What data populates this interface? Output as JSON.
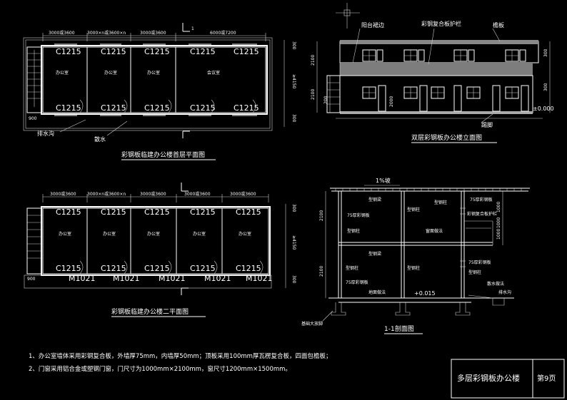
{
  "plan1": {
    "caption": "彩钢板临建办公楼首层平面图",
    "dims_top": [
      "3000或3600",
      "3000×n或3600×n",
      "3000或3600",
      "6000或7200"
    ],
    "windows_top": [
      "C1215",
      "C1215",
      "C1215",
      "C1215",
      "C1215"
    ],
    "windows_bottom": [
      "C1215",
      "C1215",
      "C1215",
      "C1215",
      "C1215"
    ],
    "rooms": [
      "办公室",
      "办公室",
      "办公室",
      "会议室"
    ],
    "dim_left": "900",
    "dims_right": [
      "300",
      "≥4150",
      "300"
    ],
    "label_drain": "排水沟",
    "label_apron": "散水"
  },
  "plan2": {
    "caption": "彩钢板临建办公楼二平面图",
    "dims_top": [
      "3000或3600",
      "3000×n或3600×n",
      "3000或3600",
      "3000或3600",
      "3000或3600"
    ],
    "windows_top": [
      "C1215",
      "C1215",
      "C1215",
      "C1215",
      "C1215"
    ],
    "windows_bottom": [
      "C1215",
      "C1215",
      "C1215",
      "C1215",
      "C1215"
    ],
    "doors": [
      "M1021",
      "M1021",
      "M1021",
      "M1021",
      "M1021"
    ],
    "rooms": [
      "办公室",
      "办公室",
      "办公室",
      "办公室",
      "办公室"
    ],
    "dim_left": "900",
    "dims_right": [
      "300",
      "≥4150",
      "300"
    ]
  },
  "elevation": {
    "caption": "双层彩钢板办公楼立面图",
    "labels": [
      "阳台裙边",
      "彩钢复合板护栏",
      "檐板",
      "踢脚"
    ],
    "level": "±0.000",
    "dims_left": [
      "2100",
      "2100"
    ],
    "dims_inner": [
      "200",
      "2000"
    ],
    "dims_right": [
      "300",
      "300"
    ]
  },
  "section": {
    "caption": "1-1剖面图",
    "roof_slope": "1%坡",
    "labels": [
      "型钢梁",
      "75厚彩钢板",
      "型钢柱",
      "型钢柱",
      "75厚彩钢板",
      "彩钢复合板护栏",
      "型钢柱",
      "窗面做法",
      "型钢梁",
      "型钢柱",
      "型钢柱",
      "75厚彩钢板",
      "75厚彩钢板",
      "型钢柱",
      "地面做法",
      "散水做法",
      "排水沟",
      "基础大放脚"
    ],
    "level": "+0.015",
    "dims_left": [
      "2100",
      "2100"
    ],
    "dims_right": [
      "1000",
      "1000",
      "1000"
    ]
  },
  "notes": [
    "1、办公室墙体采用彩钢复合板，外墙厚75mm，内墙厚50mm；顶板采用100mm厚瓦楞复合板，四面包檐板；",
    "2、门窗采用铝合金或塑钢门窗，门尺寸为1000mm×2100mm，窗尺寸1200mm×1500mm。"
  ],
  "title_block": {
    "title": "多层彩钢板办公楼",
    "page": "第9页"
  }
}
